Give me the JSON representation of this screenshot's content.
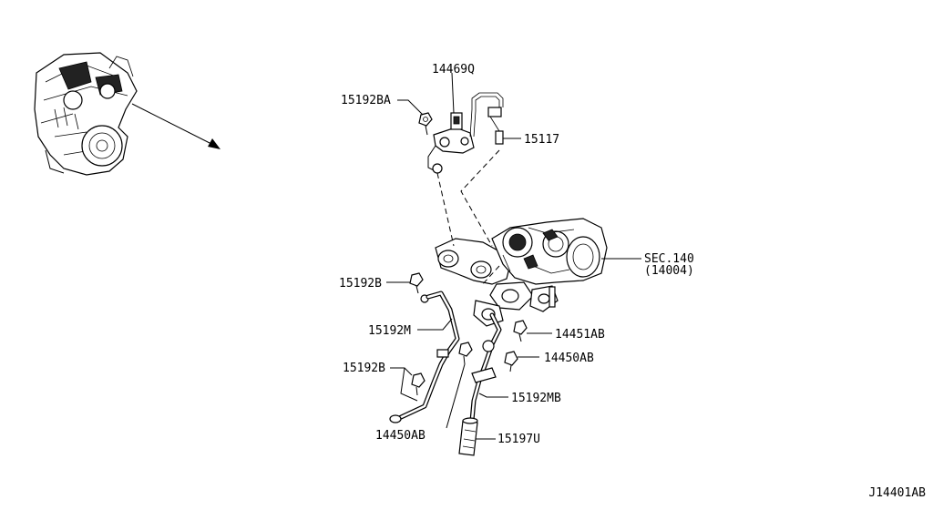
{
  "callouts": {
    "p14469q": "14469Q",
    "p15192ba": "15192BA",
    "p15117": "15117",
    "sec140": "SEC.140",
    "sec140_sub": "(14004)",
    "p15192b_top": "15192B",
    "p15192m": "15192M",
    "p14451ab": "14451AB",
    "p14450ab_right": "14450AB",
    "p15192b_bottom": "15192B",
    "p15192mb": "15192MB",
    "p14450ab_bottom": "14450AB",
    "p15197u": "15197U"
  },
  "diagram_code": "J14401AB"
}
